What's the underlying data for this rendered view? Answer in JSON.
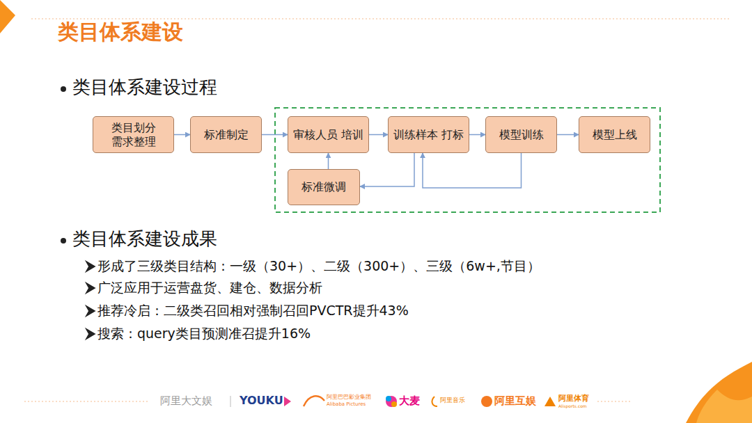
{
  "diagram": {
    "title": "类目体系建设",
    "nodes": [
      {
        "text": [
          "类目划分 需求整理"
        ]
      },
      {
        "text": [
          "标准制定"
        ]
      },
      {
        "text": [
          "审核人员 培训"
        ]
      },
      {
        "text": [
          "训练样本 打标"
        ]
      },
      {
        "text": [
          "模型训练"
        ]
      },
      {
        "text": [
          "模型上线"
        ]
      },
      {
        "text": [
          "标准微调"
        ]
      }
    ],
    "edges": [
      {
        "from": 0,
        "to": 1,
        "arrow": "to"
      },
      {
        "from": 1,
        "to": 2,
        "arrow": "to"
      },
      {
        "from": 2,
        "to": 3,
        "arrow": "to"
      },
      {
        "from": 3,
        "to": 4,
        "arrow": "to"
      },
      {
        "from": 4,
        "to": 5,
        "arrow": "to"
      },
      {
        "from": 6,
        "to": 2,
        "arrow": "to"
      },
      {
        "from": 3,
        "to": 6,
        "arrow": "to"
      },
      {
        "from": 4,
        "to": 3,
        "arrow": "to"
      }
    ],
    "labels": [
      "类目体系建设过程",
      "类目体系建设成果",
      "形成了三级类目结构：一级（30+）、二级（300+）、三级（6w+,节目）",
      "广泛应用于运营盘货、建仓、数据分析",
      "推荐冷启：二级类召回相对强制召回PVCTR提升43%",
      "搜索：query类目预测准召提升16%",
      "阿里大文娱",
      "YOUKU",
      "阿里巴巴影业集团",
      "Alibaba Pictures",
      "大麦",
      "阿里音乐",
      "阿里互娱",
      "阿里体育",
      "Alisports.com"
    ]
  }
}
